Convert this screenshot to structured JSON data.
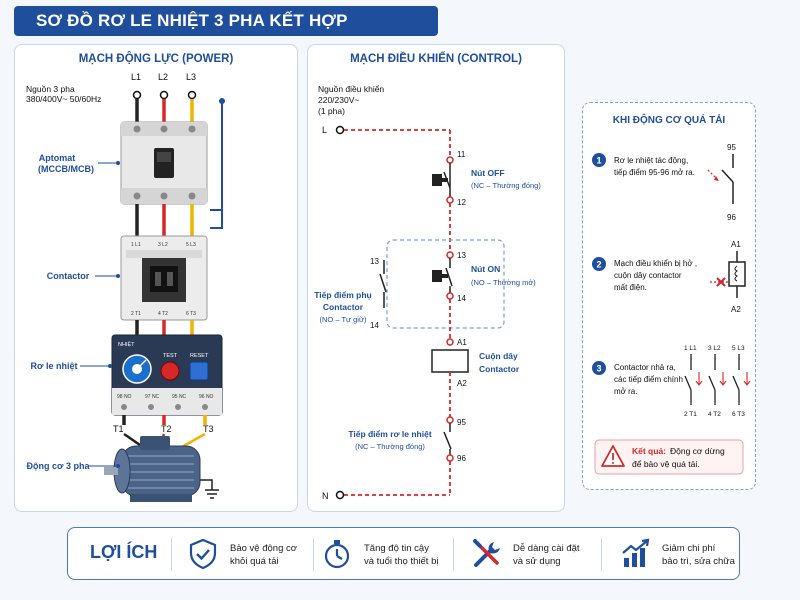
{
  "title": "SƠ ĐỒ RƠ LE NHIỆT 3 PHA KẾT HỢP CONTACTOR",
  "power": {
    "title": "MẠCH ĐỘNG LỰC (POWER)",
    "source_line1": "Nguồn 3 pha",
    "source_line2": "380/400V~ 50/60Hz",
    "phases": [
      "L1",
      "L2",
      "L3"
    ],
    "aptomat_line1": "Aptomat",
    "aptomat_line2": "(MCCB/MCB)",
    "contactor_label": "Contactor",
    "relay_label": "Rơ le nhiệt",
    "motor_label": "Động cơ 3 pha",
    "contactor_top_terminals": [
      "1 L1",
      "3 L2",
      "5 L3"
    ],
    "contactor_bottom_terminals": [
      "2 T1",
      "4 T2",
      "6 T3"
    ],
    "relay_brand": "NHIỆT",
    "relay_test": "TEST",
    "relay_reset": "RESET",
    "relay_terminals": [
      "98 NO",
      "97 NC",
      "95 NC",
      "96 NO"
    ],
    "motor_terminals": [
      "T1",
      "T2",
      "T3"
    ]
  },
  "control": {
    "title": "MẠCH ĐIỀU KHIỂN (CONTROL)",
    "source_line1": "Nguồn điều khiển",
    "source_line2": "220/230V~",
    "source_line3": "(1 pha)",
    "l_label": "L",
    "n_label": "N",
    "off_name": "Nút OFF",
    "off_desc": "(NC – Thường đóng)",
    "on_name": "Nút ON",
    "on_desc": "(NO – Thường mở)",
    "aux_line1": "Tiếp điểm phụ",
    "aux_line2": "Contactor",
    "aux_line3": "(NO – Tự giữ)",
    "coil_line1": "Cuộn dây",
    "coil_line2": "Contactor",
    "relay_contact_name": "Tiếp điểm rơ le nhiệt",
    "relay_contact_desc": "(NC – Thường đóng)",
    "n11": "11",
    "n12": "12",
    "n13": "13",
    "n14": "14",
    "aux13": "13",
    "aux14": "14",
    "a1": "A1",
    "a2": "A2",
    "n95": "95",
    "n96": "96"
  },
  "overload": {
    "title": "KHI ĐỘNG CƠ QUÁ TẢI",
    "step1_line1": "Rơ le nhiệt tác động,",
    "step1_line2": "tiếp điểm 95-96 mở ra.",
    "step2_line1": "Mạch điều khiển bị hở ,",
    "step2_line2": "cuộn dây contactor",
    "step2_line3": "mất điện.",
    "step3_line1": "Contactor nhả ra,",
    "step3_line2": "các tiếp điểm chính",
    "step3_line3": "mở ra.",
    "steps": [
      "1",
      "2",
      "3"
    ],
    "c95": "95",
    "c96": "96",
    "ca1": "A1",
    "ca2": "A2",
    "top_terminals": [
      "1 L1",
      "3 L2",
      "5 L3"
    ],
    "bottom_terminals": [
      "2 T1",
      "4 T2",
      "6 T3"
    ],
    "result_label": "Kết quả:",
    "result_line1": "Động cơ dừng",
    "result_line2": "để bảo vệ quá tải."
  },
  "benefits": {
    "heading": "LỢI ÍCH",
    "items": [
      {
        "line1": "Bảo vệ động cơ",
        "line2": "khỏi quá tải",
        "icon": "shield-check-icon"
      },
      {
        "line1": "Tăng độ tin cậy",
        "line2": "và tuổi thọ thiết bị",
        "icon": "stopwatch-icon"
      },
      {
        "line1": "Dễ dàng cài đặt",
        "line2": "và sử dụng",
        "icon": "tools-icon"
      },
      {
        "line1": "Giảm chi phí",
        "line2": "bảo trì, sửa chữa",
        "icon": "chart-up-icon"
      }
    ]
  },
  "colors": {
    "primary": "#1e4e9c",
    "red_wire": "#d62828",
    "yellow_wire": "#f0b400",
    "black_wire": "#222222"
  }
}
